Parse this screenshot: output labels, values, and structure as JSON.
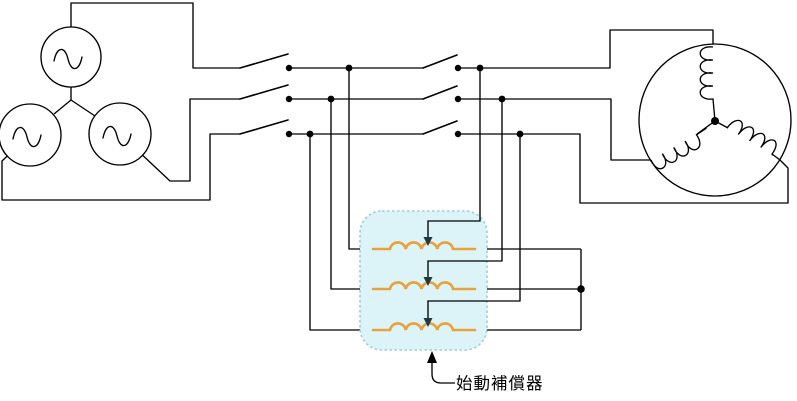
{
  "compensator": {
    "label": "始動補償器",
    "coil_count": 3
  },
  "circuit": {
    "source_count": 3,
    "switch_poles_per_bank": 3,
    "switch_banks": 2,
    "motor_winding_count": 3
  },
  "colors": {
    "wire": "#000000",
    "coil": "#e8a23c",
    "compensator_fill": "#dcf4f8",
    "compensator_border": "#a2cbd8",
    "tap_arrow": "#1d3a43",
    "background": "#ffffff"
  }
}
